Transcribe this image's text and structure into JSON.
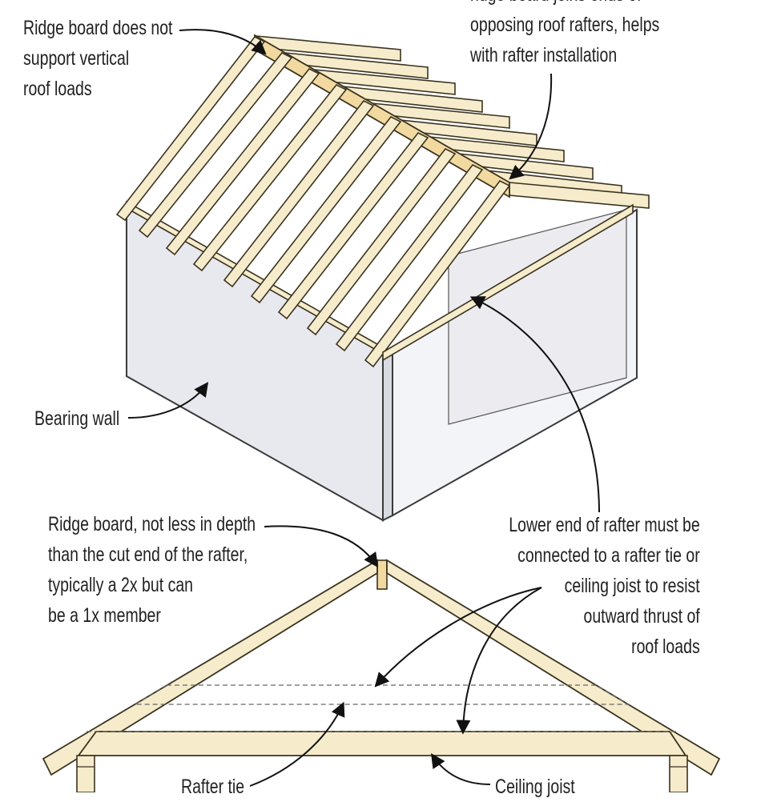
{
  "labels": {
    "ridge_support": [
      "Ridge board does not",
      "support vertical",
      "roof loads"
    ],
    "ridge_joins": [
      "ridge board joins ends of",
      "opposing roof rafters, helps",
      "with rafter installation"
    ],
    "bearing_wall": "Bearing wall",
    "ridge_depth": [
      "Ridge board, not less in depth",
      "than the cut end of the rafter,",
      "typically a 2x but can",
      "be a 1x member"
    ],
    "lower_end": [
      "Lower end of rafter must be",
      "connected to a rafter tie or",
      "ceiling joist to resist",
      "outward thrust of",
      "roof loads"
    ],
    "rafter_tie": "Rafter tie",
    "ceiling_joist": "Ceiling joist"
  },
  "colors": {
    "wood_fill": "#f6eccb",
    "wood_edge": "#3a3320",
    "ridge_fill": "#f2d9a0",
    "wall_fill": "#e8e9ee",
    "wall_edge": "#3a3a3a",
    "text": "#222222"
  }
}
